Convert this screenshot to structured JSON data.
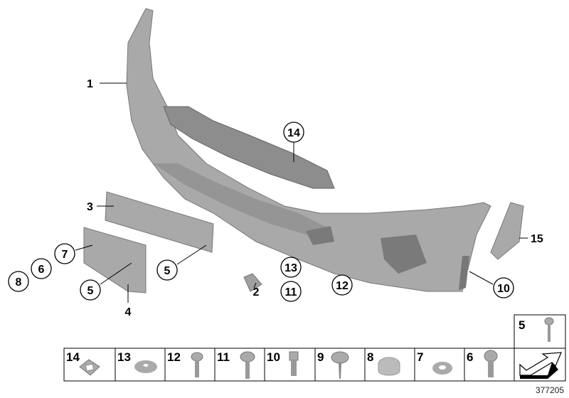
{
  "diagram_code": "377205",
  "callouts": [
    {
      "number": "1",
      "circled": false
    },
    {
      "number": "14",
      "circled": true
    },
    {
      "number": "3",
      "circled": false
    },
    {
      "number": "15",
      "circled": false
    },
    {
      "number": "7",
      "circled": true
    },
    {
      "number": "6",
      "circled": true
    },
    {
      "number": "8",
      "circled": true
    },
    {
      "number": "5",
      "circled": true
    },
    {
      "number": "4",
      "circled": false
    },
    {
      "number": "5",
      "circled": true
    },
    {
      "number": "2",
      "circled": false
    },
    {
      "number": "13",
      "circled": true
    },
    {
      "number": "11",
      "circled": true
    },
    {
      "number": "12",
      "circled": true
    },
    {
      "number": "10",
      "circled": true
    }
  ],
  "parts_strip": [
    {
      "number": "14",
      "part": "square-nut"
    },
    {
      "number": "13",
      "part": "washer"
    },
    {
      "number": "12",
      "part": "screw"
    },
    {
      "number": "11",
      "part": "screw"
    },
    {
      "number": "10",
      "part": "hex-bolt"
    },
    {
      "number": "9",
      "part": "hex-screw"
    },
    {
      "number": "8",
      "part": "cap"
    },
    {
      "number": "7",
      "part": "washer"
    },
    {
      "number": "6",
      "part": "screw"
    }
  ],
  "top_box": {
    "number": "5",
    "part": "screw"
  },
  "colors": {
    "part_fill": "#a9a9a9",
    "part_shade": "#8a8a8a",
    "line": "#000000"
  }
}
